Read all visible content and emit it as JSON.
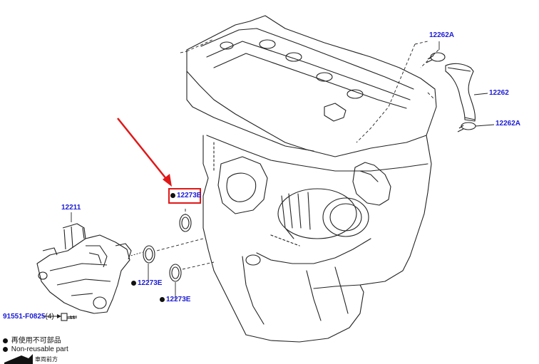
{
  "parts": {
    "p12262A_top": "12262A",
    "p12262": "12262",
    "p12262A_bottom": "12262A",
    "p12273E_highlight": "12273E",
    "p12273E_mid": "12273E",
    "p12273E_low": "12273E",
    "p12211": "12211",
    "p91551": "91551-F0825",
    "p91551_qty": "(4)"
  },
  "legend": {
    "nonreusable_jp": "再使用不可部品",
    "nonreusable_en": "Non-reusable part",
    "front_jp": "車両前方"
  },
  "colors": {
    "part_label": "#1a1ad6",
    "highlight": "#e01818",
    "line_art": "#222222"
  }
}
